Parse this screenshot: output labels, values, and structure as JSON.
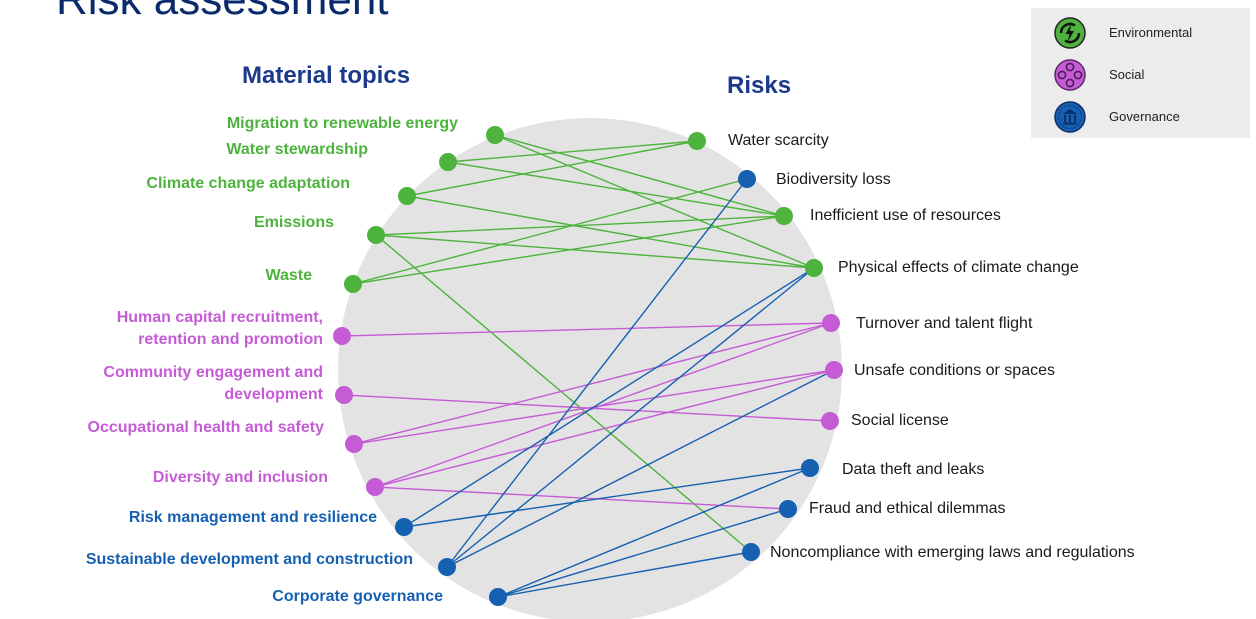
{
  "page_title": "Risk assessment",
  "headings": {
    "topics": "Material topics",
    "risks": "Risks"
  },
  "colors": {
    "environmental": "#4db33d",
    "social": "#c55cd6",
    "governance": "#1560b0",
    "circle": "#e3e3e3"
  },
  "legend": [
    {
      "label": "Environmental",
      "category": "environmental",
      "icon": "recycle-lightning-icon"
    },
    {
      "label": "Social",
      "category": "social",
      "icon": "people-network-icon"
    },
    {
      "label": "Governance",
      "category": "governance",
      "icon": "government-building-icon"
    }
  ],
  "topics": [
    {
      "label": "Migration to renewable energy",
      "category": "environmental"
    },
    {
      "label": "Water stewardship",
      "category": "environmental"
    },
    {
      "label": "Climate change adaptation",
      "category": "environmental"
    },
    {
      "label": "Emissions",
      "category": "environmental"
    },
    {
      "label": "Waste",
      "category": "environmental"
    },
    {
      "label": "Human capital recruitment,\nretention and promotion",
      "category": "social"
    },
    {
      "label": "Community engagement and\ndevelopment",
      "category": "social"
    },
    {
      "label": "Occupational health and safety",
      "category": "social"
    },
    {
      "label": "Diversity and inclusion",
      "category": "social"
    },
    {
      "label": "Risk management and resilience",
      "category": "governance"
    },
    {
      "label": "Sustainable development and construction",
      "category": "governance"
    },
    {
      "label": "Corporate governance",
      "category": "governance"
    }
  ],
  "risks": [
    {
      "label": "Water scarcity",
      "category": "environmental"
    },
    {
      "label": "Biodiversity loss",
      "category": "governance"
    },
    {
      "label": "Inefficient use of resources",
      "category": "environmental"
    },
    {
      "label": "Physical effects of climate change",
      "category": "environmental"
    },
    {
      "label": "Turnover and talent flight",
      "category": "social"
    },
    {
      "label": "Unsafe conditions or spaces",
      "category": "social"
    },
    {
      "label": "Social license",
      "category": "social"
    },
    {
      "label": "Data theft and leaks",
      "category": "governance"
    },
    {
      "label": "Fraud and ethical dilemmas",
      "category": "governance"
    },
    {
      "label": "Noncompliance with emerging laws and regulations",
      "category": "governance"
    }
  ],
  "links": [
    [
      0,
      2
    ],
    [
      0,
      3
    ],
    [
      1,
      0
    ],
    [
      1,
      2
    ],
    [
      2,
      0
    ],
    [
      2,
      3
    ],
    [
      3,
      2
    ],
    [
      3,
      3
    ],
    [
      3,
      9
    ],
    [
      4,
      1
    ],
    [
      4,
      2
    ],
    [
      5,
      4
    ],
    [
      6,
      6
    ],
    [
      7,
      4
    ],
    [
      7,
      5
    ],
    [
      8,
      4
    ],
    [
      8,
      5
    ],
    [
      8,
      8
    ],
    [
      9,
      3
    ],
    [
      9,
      7
    ],
    [
      10,
      1
    ],
    [
      10,
      3
    ],
    [
      10,
      5
    ],
    [
      11,
      7
    ],
    [
      11,
      8
    ],
    [
      11,
      9
    ]
  ]
}
